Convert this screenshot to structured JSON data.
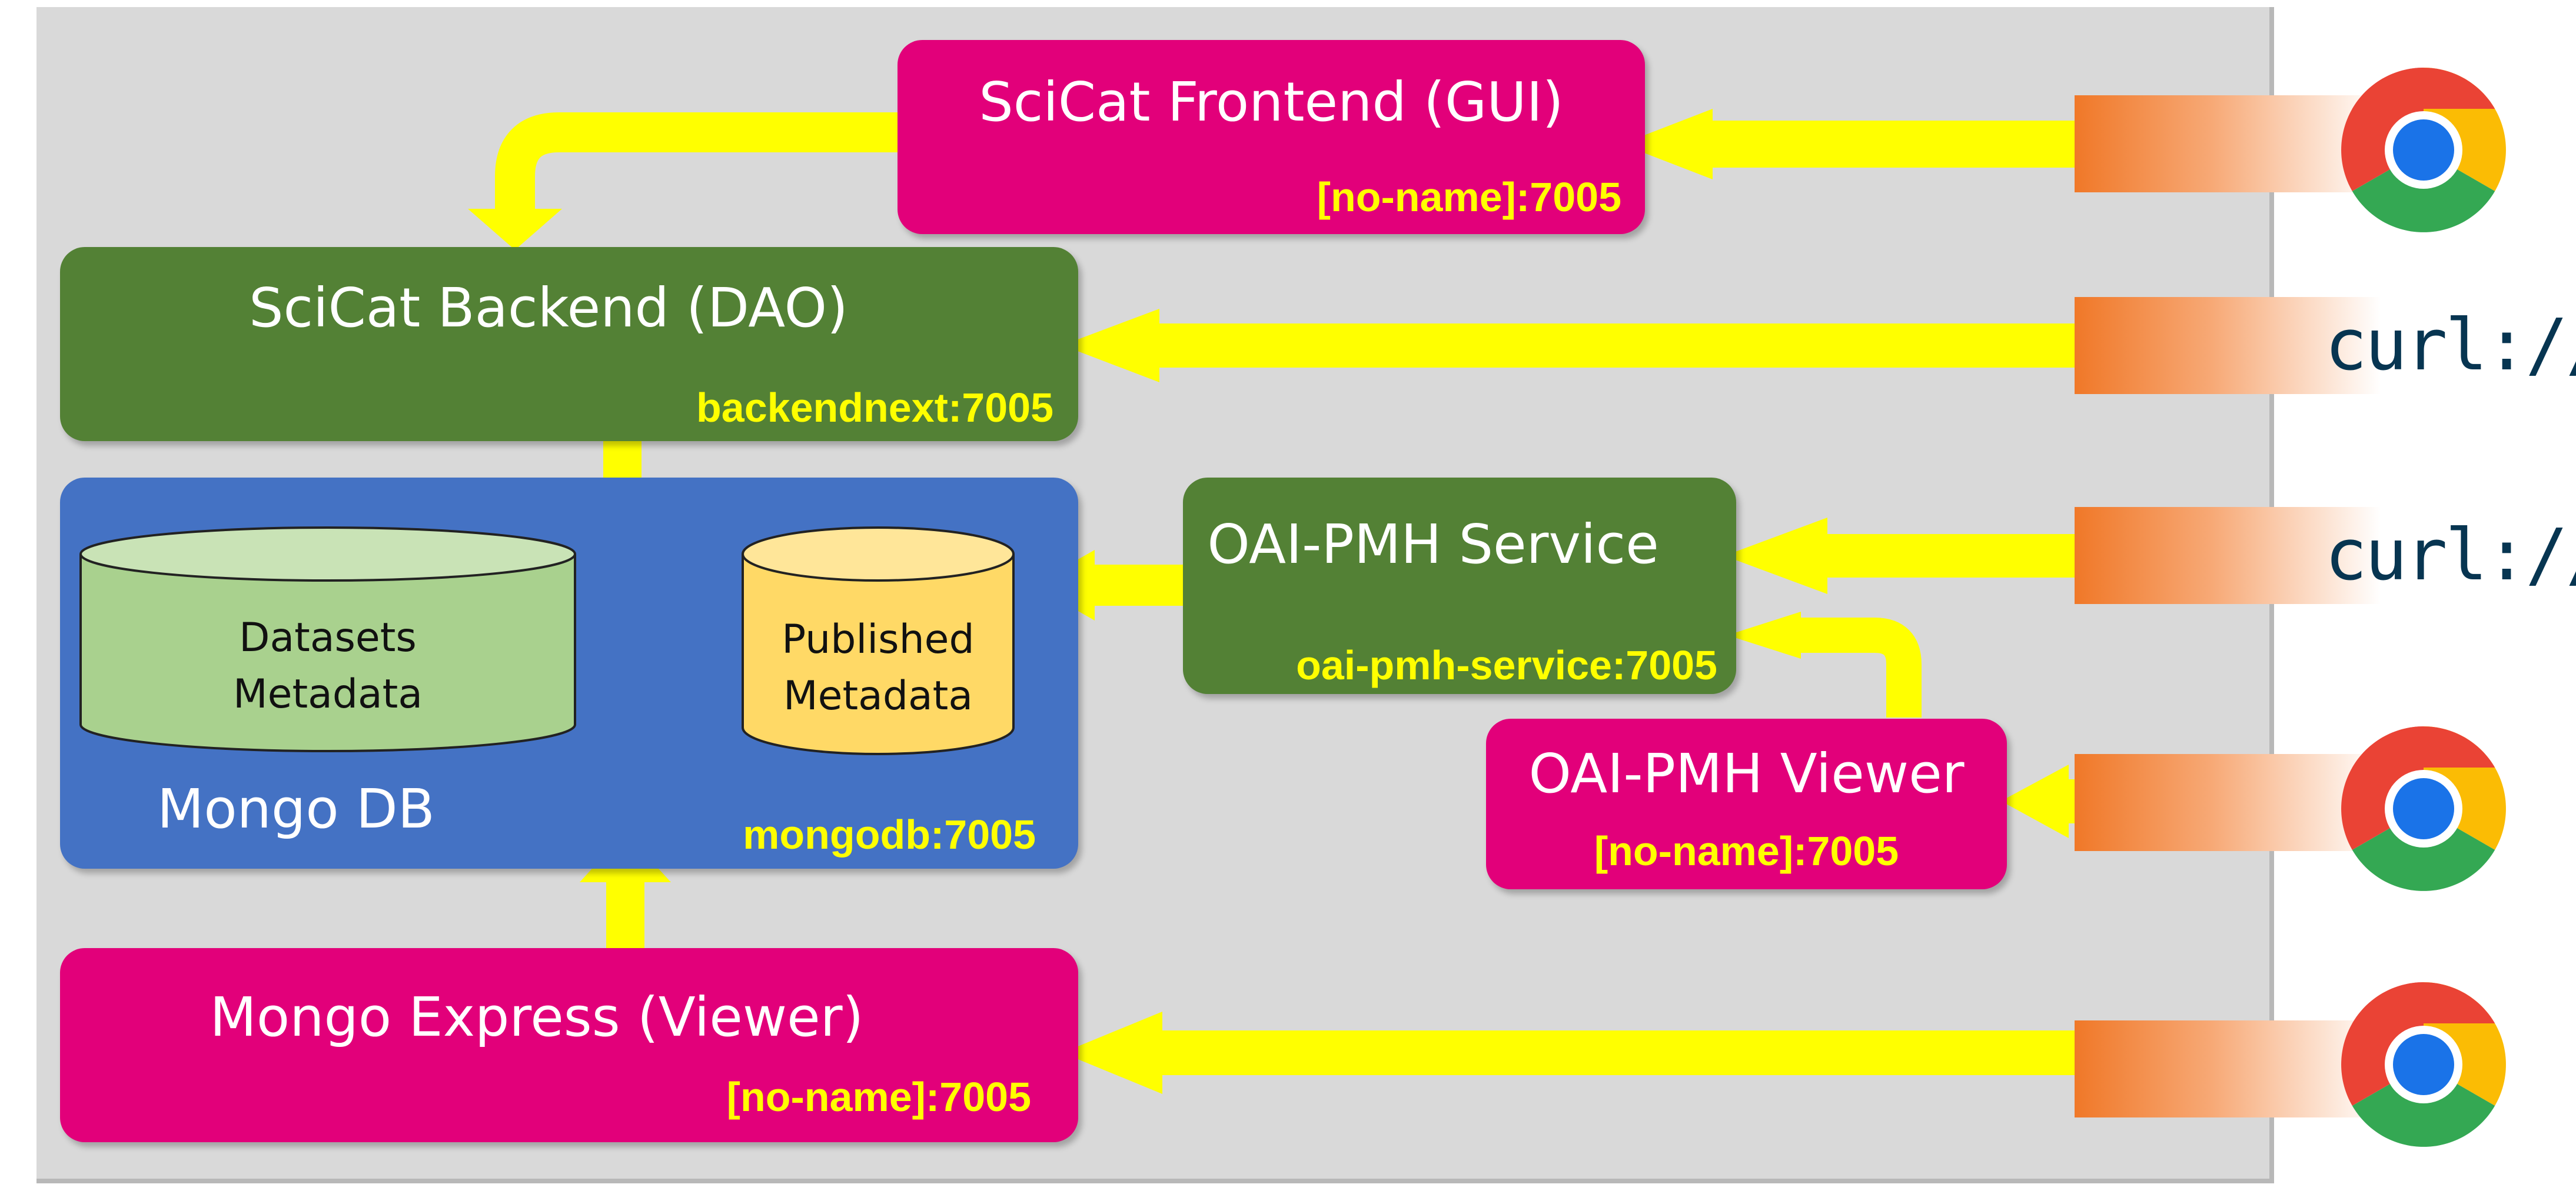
{
  "frontend": {
    "title": "SciCat Frontend (GUI)",
    "port": "[no-name]:7005"
  },
  "backend": {
    "title": "SciCat Backend (DAO)",
    "port": "backendnext:7005"
  },
  "mongodb": {
    "title": "Mongo DB",
    "port": "mongodb:7005",
    "datasets": {
      "line1": "Datasets",
      "line2": "Metadata"
    },
    "published": {
      "line1": "Published",
      "line2": "Metadata"
    }
  },
  "oai_service": {
    "title": "OAI-PMH Service",
    "port": "oai-pmh-service:7005"
  },
  "oai_viewer": {
    "title": "OAI-PMH Viewer",
    "port": "[no-name]:7005"
  },
  "mongo_express": {
    "title": "Mongo Express (Viewer)",
    "port": "[no-name]:7005"
  },
  "clients": [
    {
      "type": "chrome-browser-icon",
      "target": "frontend"
    },
    {
      "type": "curl-logo",
      "label": "curl://",
      "target": "backend"
    },
    {
      "type": "curl-logo",
      "label": "curl://",
      "target": "oai_service"
    },
    {
      "type": "chrome-browser-icon",
      "target": "oai_viewer"
    },
    {
      "type": "chrome-browser-icon",
      "target": "mongo_express"
    }
  ],
  "colors": {
    "panel": "#d9d9d9",
    "service_pink": "#e2007a",
    "service_green": "#538135",
    "database_blue": "#4472c4",
    "port_label": "#ffff00",
    "arrow": "#ffff00",
    "datasets_cylinder": "#a9d18e",
    "published_cylinder": "#ffd966"
  }
}
